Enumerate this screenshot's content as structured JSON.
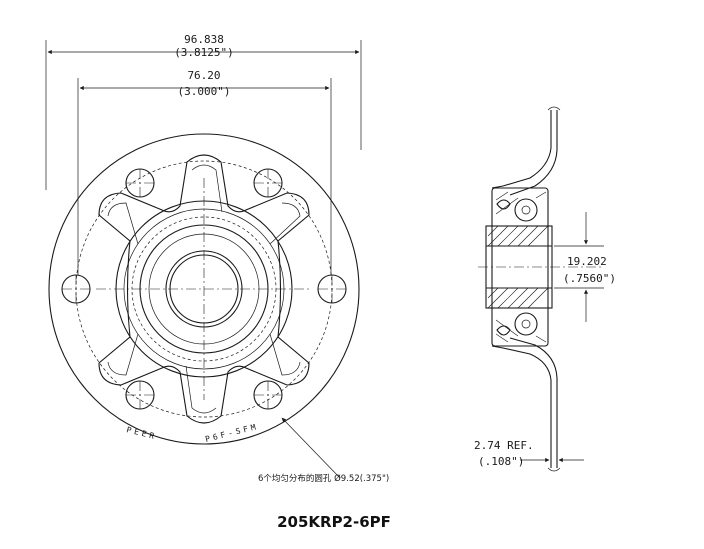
{
  "dimensions": {
    "overall_diameter": {
      "metric": "96.838",
      "imperial": "(3.8125\")"
    },
    "bolt_circle": {
      "metric": "76.20",
      "imperial": "(3.000\")"
    },
    "bore": {
      "metric": "19.202",
      "imperial": "(.7560\")"
    },
    "offset": {
      "metric": "2.74 REF.",
      "imperial": "(.108\")"
    }
  },
  "front_view": {
    "marking_left": "PEER",
    "marking_right": "P6F-SFM"
  },
  "note": "6个均匀分布的圆孔 Ø9.52(.375\")",
  "part_number": "205KRP2-6PF"
}
